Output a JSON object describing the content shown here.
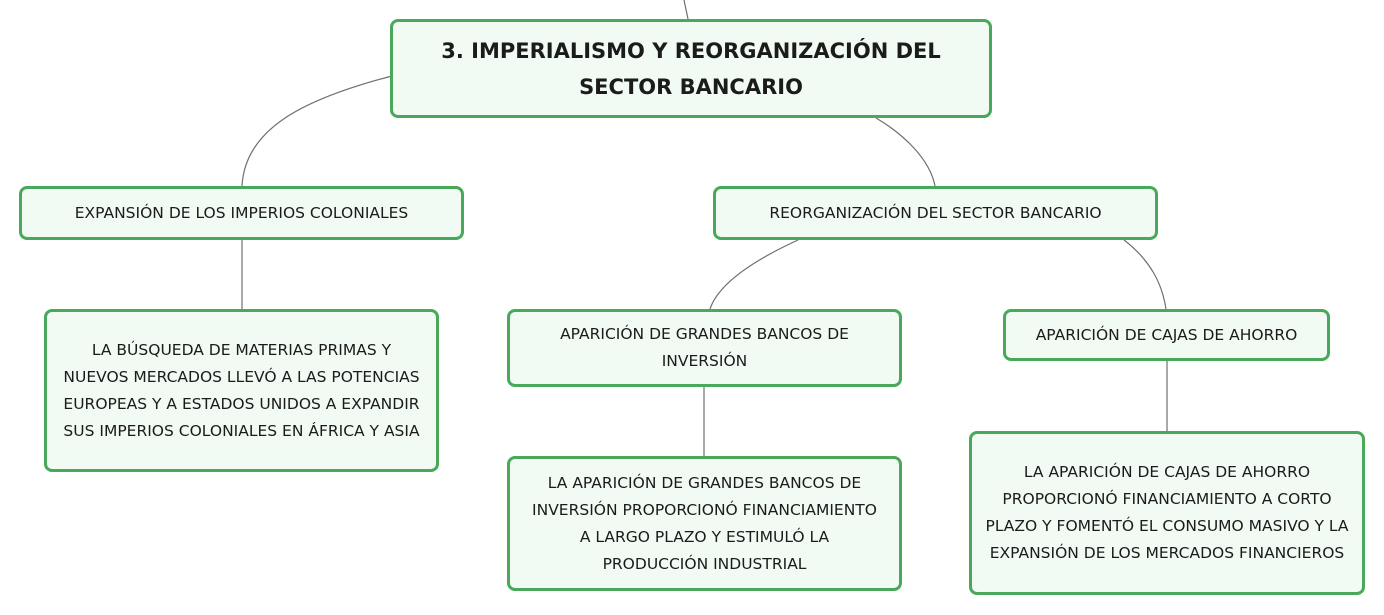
{
  "diagram": {
    "root": {
      "label": "3. IMPERIALISMO Y REORGANIZACIÓN DEL SECTOR BANCARIO"
    },
    "branches": [
      {
        "label": "EXPANSIÓN DE LOS IMPERIOS COLONIALES",
        "detail": "LA BÚSQUEDA DE MATERIAS PRIMAS Y NUEVOS MERCADOS LLEVÓ A LAS POTENCIAS EUROPEAS Y A ESTADOS UNIDOS A EXPANDIR SUS IMPERIOS COLONIALES EN ÁFRICA Y ASIA"
      },
      {
        "label": "REORGANIZACIÓN DEL SECTOR BANCARIO",
        "children": [
          {
            "label": "APARICIÓN DE GRANDES BANCOS DE INVERSIÓN",
            "detail": "LA APARICIÓN DE GRANDES BANCOS DE INVERSIÓN PROPORCIONÓ FINANCIAMIENTO A LARGO PLAZO Y ESTIMULÓ LA PRODUCCIÓN INDUSTRIAL"
          },
          {
            "label": "APARICIÓN DE CAJAS DE AHORRO",
            "detail": "LA APARICIÓN DE CAJAS DE AHORRO PROPORCIONÓ FINANCIAMIENTO A CORTO PLAZO Y FOMENTÓ EL CONSUMO MASIVO Y LA EXPANSIÓN DE LOS MERCADOS FINANCIEROS"
          }
        ]
      }
    ]
  },
  "colors": {
    "node_border": "#4aa85a",
    "node_fill": "#f1faf3",
    "connector": "#6f6f6f",
    "text": "#1b1b1b"
  }
}
